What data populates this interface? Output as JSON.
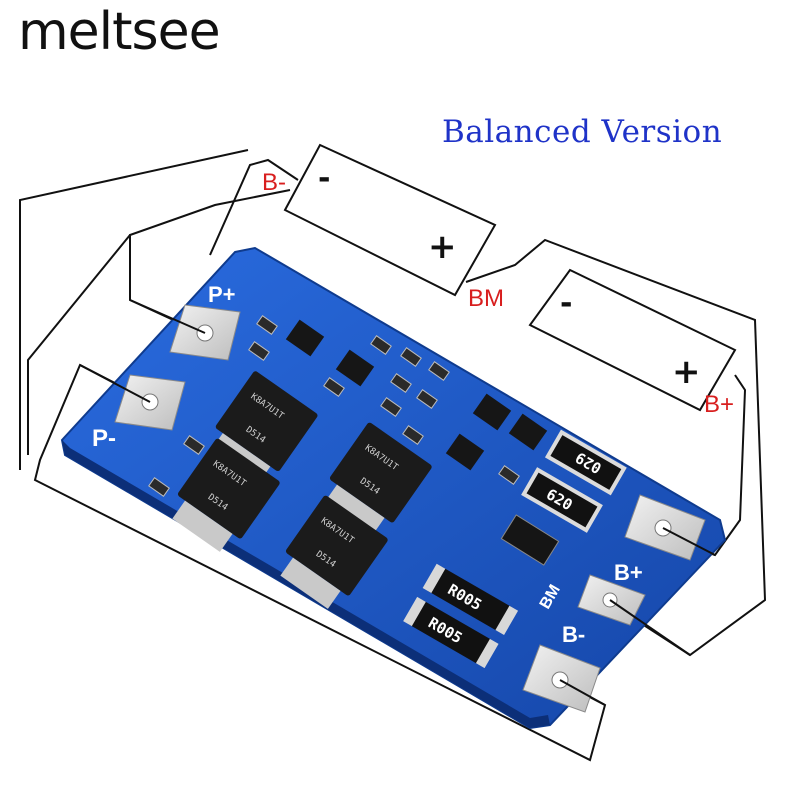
{
  "brand": "meltsee",
  "title": "Balanced Version",
  "battery_labels": {
    "b_minus": "B-",
    "bm": "BM",
    "b_plus": "B+"
  },
  "battery_signs": {
    "minus": "-",
    "plus": "+"
  },
  "board_labels": {
    "p_plus": "P+",
    "p_minus": "P-",
    "b_plus": "B+",
    "bm": "BM",
    "b_minus": "B-"
  },
  "components": {
    "resistor_top": "029",
    "resistor_mid": "620",
    "shunt_1": "R005",
    "shunt_2": "R005",
    "mosfet_marking": "K8A7U1T",
    "mosfet_code": "D514"
  },
  "colors": {
    "pcb": "#1e58c8",
    "wire": "#111111",
    "accent_red": "#d81e1e",
    "title_blue": "#1f33c8"
  }
}
